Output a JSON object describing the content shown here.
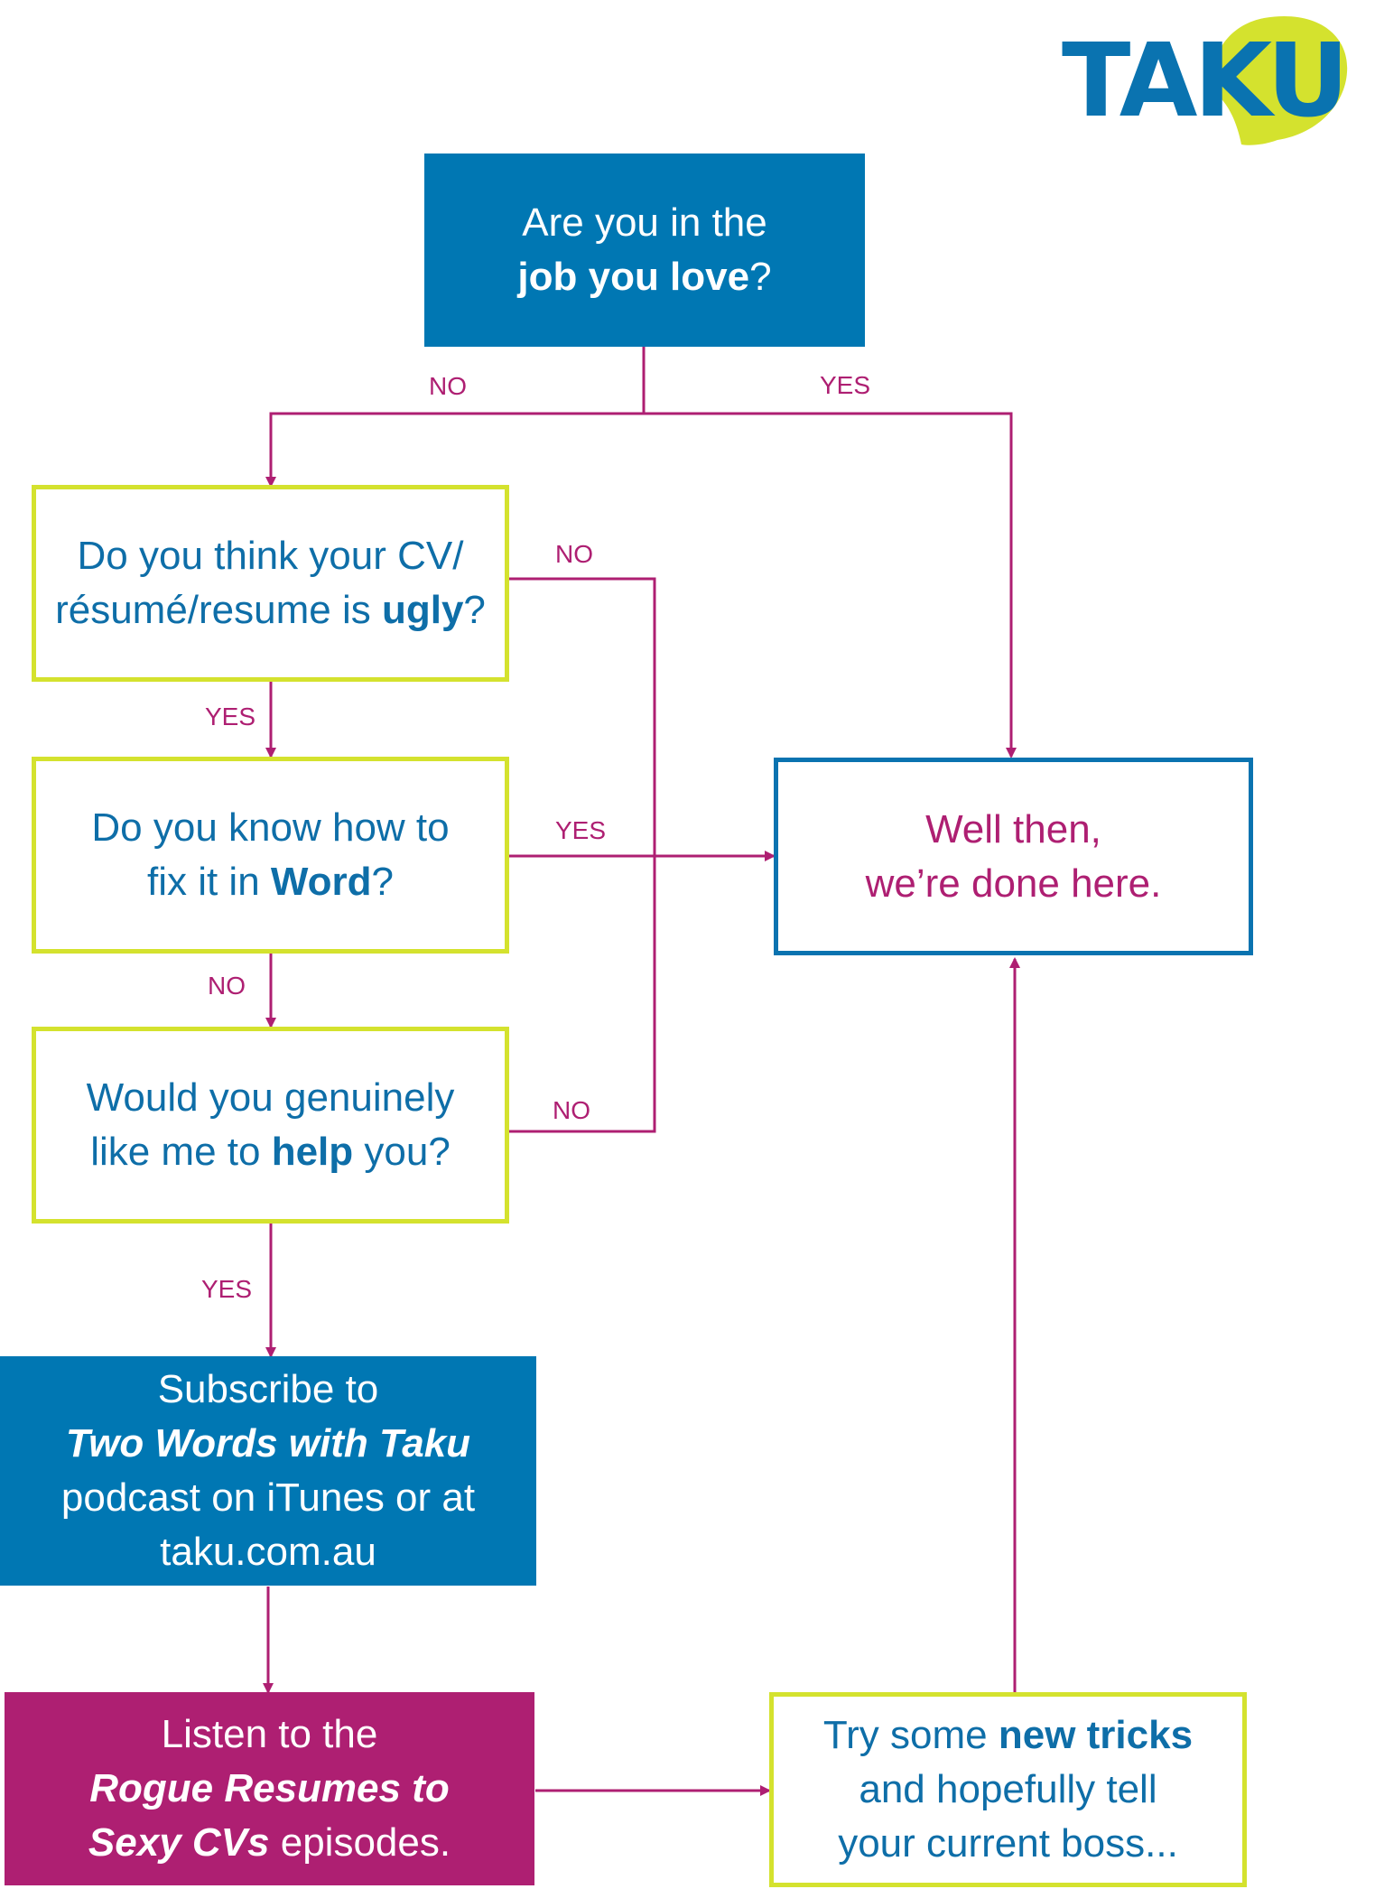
{
  "logo": {
    "text": "TAKU"
  },
  "nodes": {
    "job_love": {
      "line1": "Are you in the",
      "line2_bold": "job you love",
      "line2_end": "?"
    },
    "cv_ugly": {
      "line1": "Do you think your CV/",
      "line2_start": "résumé/resume is ",
      "line2_bold": "ugly",
      "line2_end": "?"
    },
    "fix_word": {
      "line1": "Do you know how to",
      "line2_start": "fix it in ",
      "line2_bold": "Word",
      "line2_end": "?"
    },
    "help_you": {
      "line1": "Would you genuinely",
      "line2_start": "like me to ",
      "line2_bold": "help",
      "line2_end": " you?"
    },
    "done": {
      "line1": "Well then,",
      "line2": "we’re done here."
    },
    "subscribe": {
      "line1": "Subscribe to",
      "line2_italic": "Two Words with Taku",
      "line3": "podcast on iTunes or at",
      "line4": "taku.com.au"
    },
    "listen": {
      "line1": "Listen to the",
      "line2_italic": "Rogue Resumes to",
      "line3_italic": "Sexy CVs",
      "line3_end": " episodes."
    },
    "tricks": {
      "line1_start": "Try some ",
      "line1_bold": "new tricks",
      "line2": "and hopefully tell",
      "line3": "your current boss..."
    }
  },
  "edge_labels": {
    "job_no": "NO",
    "job_yes": "YES",
    "cv_no": "NO",
    "cv_yes": "YES",
    "word_yes": "YES",
    "word_no": "NO",
    "help_no": "NO",
    "help_yes": "YES"
  },
  "colors": {
    "blue": "#0077b3",
    "magenta": "#ae1f72",
    "lime": "#d4e22e",
    "text_blue": "#0e6ea8"
  }
}
